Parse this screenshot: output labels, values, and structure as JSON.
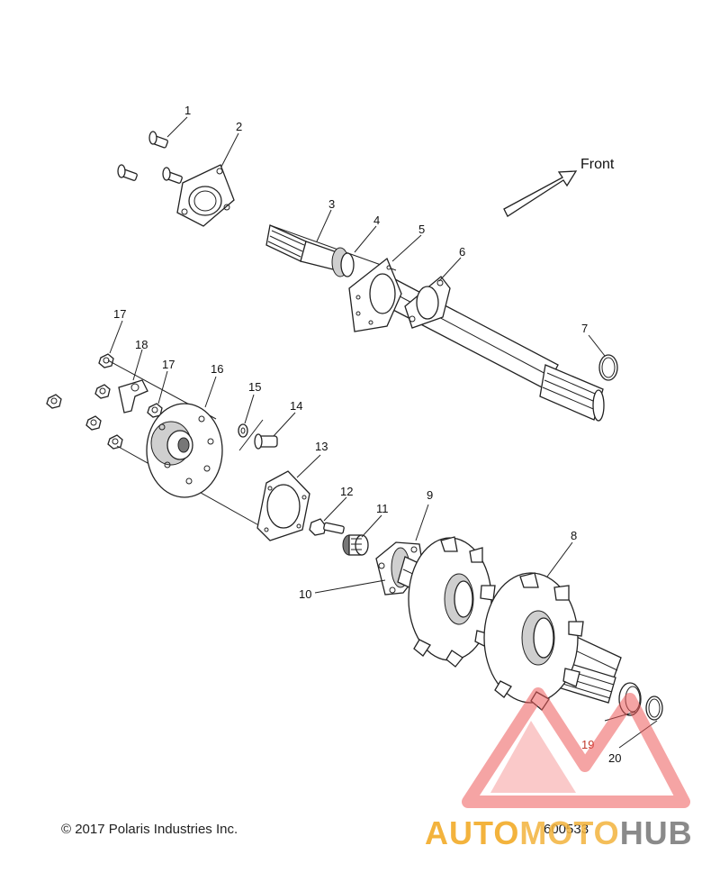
{
  "direction_label": "Front",
  "callouts": [
    "1",
    "2",
    "3",
    "4",
    "5",
    "6",
    "7",
    "8",
    "9",
    "10",
    "11",
    "12",
    "13",
    "14",
    "15",
    "16",
    "17",
    "17",
    "18",
    "19",
    "20"
  ],
  "copyright": "© 2017 Polaris Industries Inc.",
  "diagram_code": "600533",
  "watermark": {
    "part1": "AUTO",
    "part2": "MOTO",
    "part3": "HUB"
  },
  "colors": {
    "watermark_red": "#ee5a5a",
    "watermark_orange": "#f3b33d",
    "watermark_gray": "#8a8a8a"
  }
}
